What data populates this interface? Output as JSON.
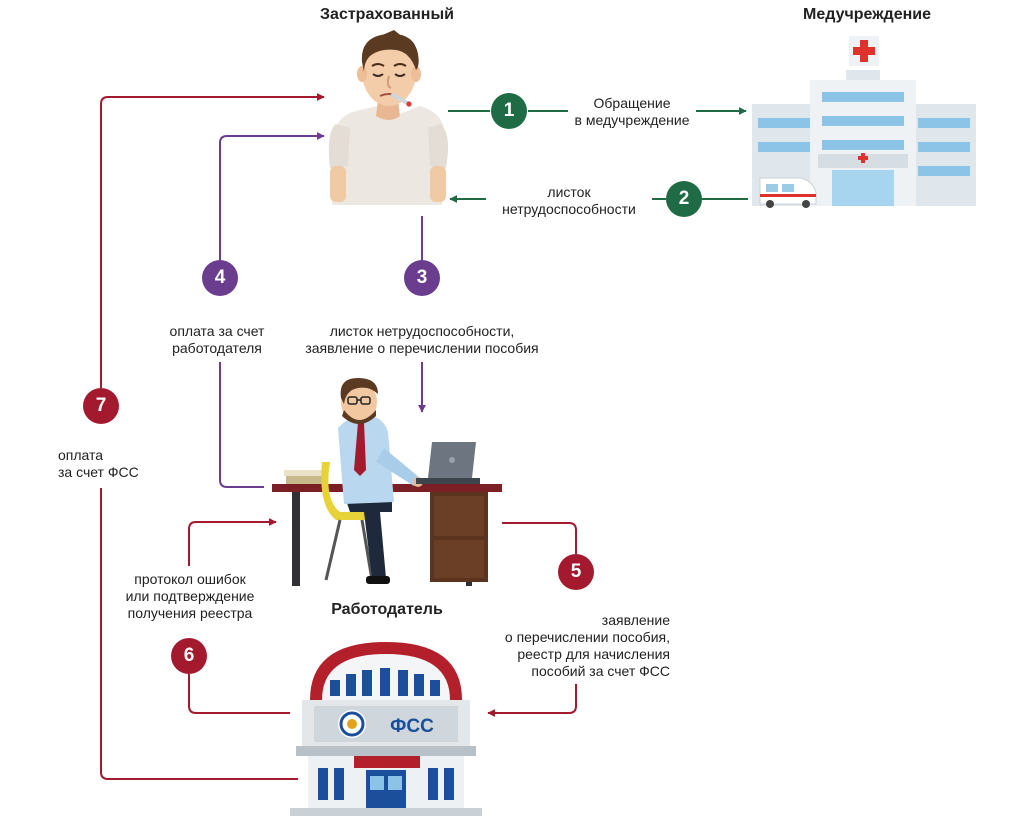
{
  "actors": {
    "insured": "Застрахованный",
    "clinic": "Медучреждение",
    "employer": "Работодатель",
    "fund_sign": "ФСС"
  },
  "colors": {
    "green": "#1f6b45",
    "purple": "#6a3d8f",
    "red": "#a3192d"
  },
  "steps": [
    {
      "num": "1",
      "color": "green",
      "lines": [
        "Обращение",
        "в медучреждение"
      ]
    },
    {
      "num": "2",
      "color": "green",
      "lines": [
        "листок",
        "нетрудоспособности"
      ]
    },
    {
      "num": "3",
      "color": "purple",
      "lines": [
        "листок нетрудоспособности,",
        "заявление о перечислении пособия"
      ]
    },
    {
      "num": "4",
      "color": "purple",
      "lines": [
        "оплата за счет",
        "работодателя"
      ]
    },
    {
      "num": "5",
      "color": "red",
      "lines": [
        "заявление",
        "о перечислении пособия,",
        "реестр для начисления",
        "пособий за счет ФСС"
      ]
    },
    {
      "num": "6",
      "color": "red",
      "lines": [
        "протокол ошибок",
        "или подтверждение",
        "получения реестра"
      ]
    },
    {
      "num": "7",
      "color": "red",
      "lines": [
        "оплата",
        "за счет ФСС"
      ]
    }
  ]
}
